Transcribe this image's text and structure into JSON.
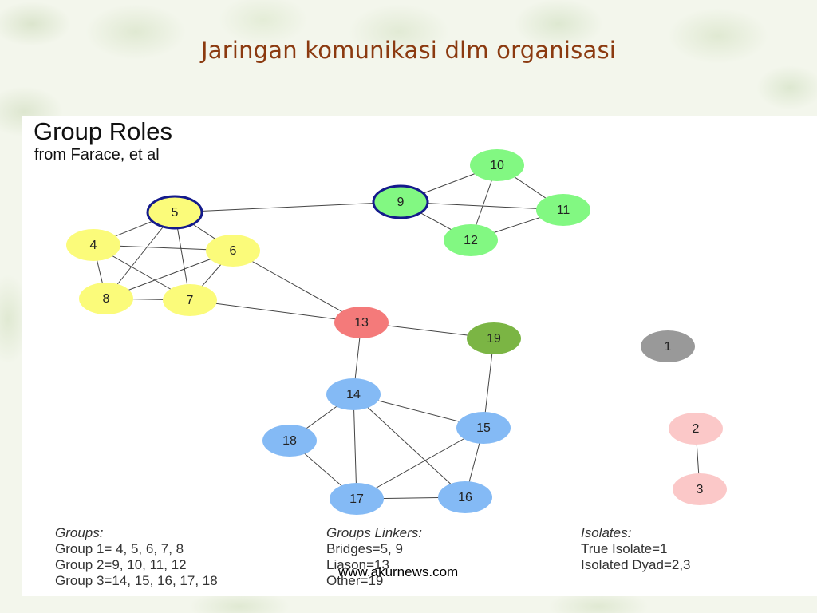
{
  "slide": {
    "title": "Jaringan komunikasi dlm organisasi"
  },
  "figure": {
    "title": "Group Roles",
    "subtitle": "from Farace, et al",
    "watermark": "www.akurnews.com"
  },
  "legend": {
    "groups": {
      "heading": "Groups:",
      "lines": [
        "Group 1= 4, 5, 6, 7, 8",
        "Group 2=9, 10, 11, 12",
        "Group 3=14, 15, 16, 17, 18"
      ]
    },
    "linkers": {
      "heading": "Groups Linkers:",
      "lines": [
        "Bridges=5, 9",
        "Liason=13",
        "Other=19"
      ]
    },
    "isolates": {
      "heading": "Isolates:",
      "lines": [
        "True Isolate=1",
        "Isolated Dyad=2,3"
      ]
    }
  },
  "colors": {
    "group1": "#fbfb7a",
    "group2": "#82f882",
    "group3": "#84baf5",
    "liaison": "#f47a7a",
    "other": "#7bb544",
    "isolate": "#999999",
    "dyad": "#fbc8c8",
    "bridge_ring": "#141a8c",
    "title_color": "#8b3a10"
  },
  "nodes": [
    {
      "id": "1",
      "role": "isolate"
    },
    {
      "id": "2",
      "role": "dyad"
    },
    {
      "id": "3",
      "role": "dyad"
    },
    {
      "id": "4",
      "role": "group1"
    },
    {
      "id": "5",
      "role": "group1",
      "bridge": true
    },
    {
      "id": "6",
      "role": "group1"
    },
    {
      "id": "7",
      "role": "group1"
    },
    {
      "id": "8",
      "role": "group1"
    },
    {
      "id": "9",
      "role": "group2",
      "bridge": true
    },
    {
      "id": "10",
      "role": "group2"
    },
    {
      "id": "11",
      "role": "group2"
    },
    {
      "id": "12",
      "role": "group2"
    },
    {
      "id": "13",
      "role": "liaison"
    },
    {
      "id": "14",
      "role": "group3"
    },
    {
      "id": "15",
      "role": "group3"
    },
    {
      "id": "16",
      "role": "group3"
    },
    {
      "id": "17",
      "role": "group3"
    },
    {
      "id": "18",
      "role": "group3"
    },
    {
      "id": "19",
      "role": "other"
    }
  ],
  "edges": [
    [
      "5",
      "4"
    ],
    [
      "5",
      "6"
    ],
    [
      "5",
      "7"
    ],
    [
      "5",
      "8"
    ],
    [
      "4",
      "6"
    ],
    [
      "4",
      "8"
    ],
    [
      "4",
      "7"
    ],
    [
      "6",
      "8"
    ],
    [
      "6",
      "7"
    ],
    [
      "8",
      "7"
    ],
    [
      "5",
      "9"
    ],
    [
      "9",
      "10"
    ],
    [
      "9",
      "11"
    ],
    [
      "9",
      "12"
    ],
    [
      "10",
      "11"
    ],
    [
      "10",
      "12"
    ],
    [
      "11",
      "12"
    ],
    [
      "6",
      "13"
    ],
    [
      "7",
      "13"
    ],
    [
      "13",
      "19"
    ],
    [
      "13",
      "14"
    ],
    [
      "19",
      "15"
    ],
    [
      "14",
      "15"
    ],
    [
      "14",
      "18"
    ],
    [
      "14",
      "17"
    ],
    [
      "14",
      "16"
    ],
    [
      "15",
      "17"
    ],
    [
      "15",
      "16"
    ],
    [
      "18",
      "17"
    ],
    [
      "17",
      "16"
    ],
    [
      "2",
      "3"
    ]
  ]
}
